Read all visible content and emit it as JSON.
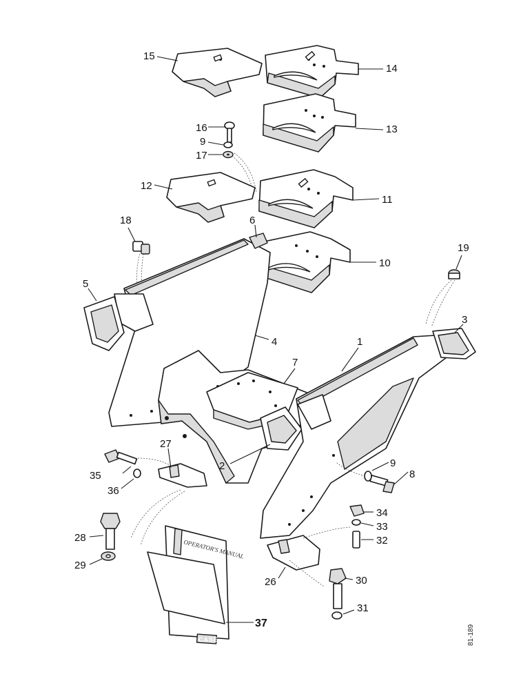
{
  "callouts": {
    "c1": "1",
    "c2": "2",
    "c3": "3",
    "c4": "4",
    "c5": "5",
    "c6": "6",
    "c7": "7",
    "c8": "8",
    "c9a": "9",
    "c9b": "9",
    "c10": "10",
    "c11": "11",
    "c12": "12",
    "c13": "13",
    "c14": "14",
    "c15": "15",
    "c16": "16",
    "c17": "17",
    "c18": "18",
    "c19": "19",
    "c26": "26",
    "c27": "27",
    "c28": "28",
    "c29": "29",
    "c30": "30",
    "c31": "31",
    "c32": "32",
    "c33": "33",
    "c34": "34",
    "c35": "35",
    "c36": "36",
    "c37": "37"
  },
  "manual_cover_text": "OPERATOR'S MANUAL",
  "manual_logo": "CASE",
  "drawing_reference": "81-189"
}
